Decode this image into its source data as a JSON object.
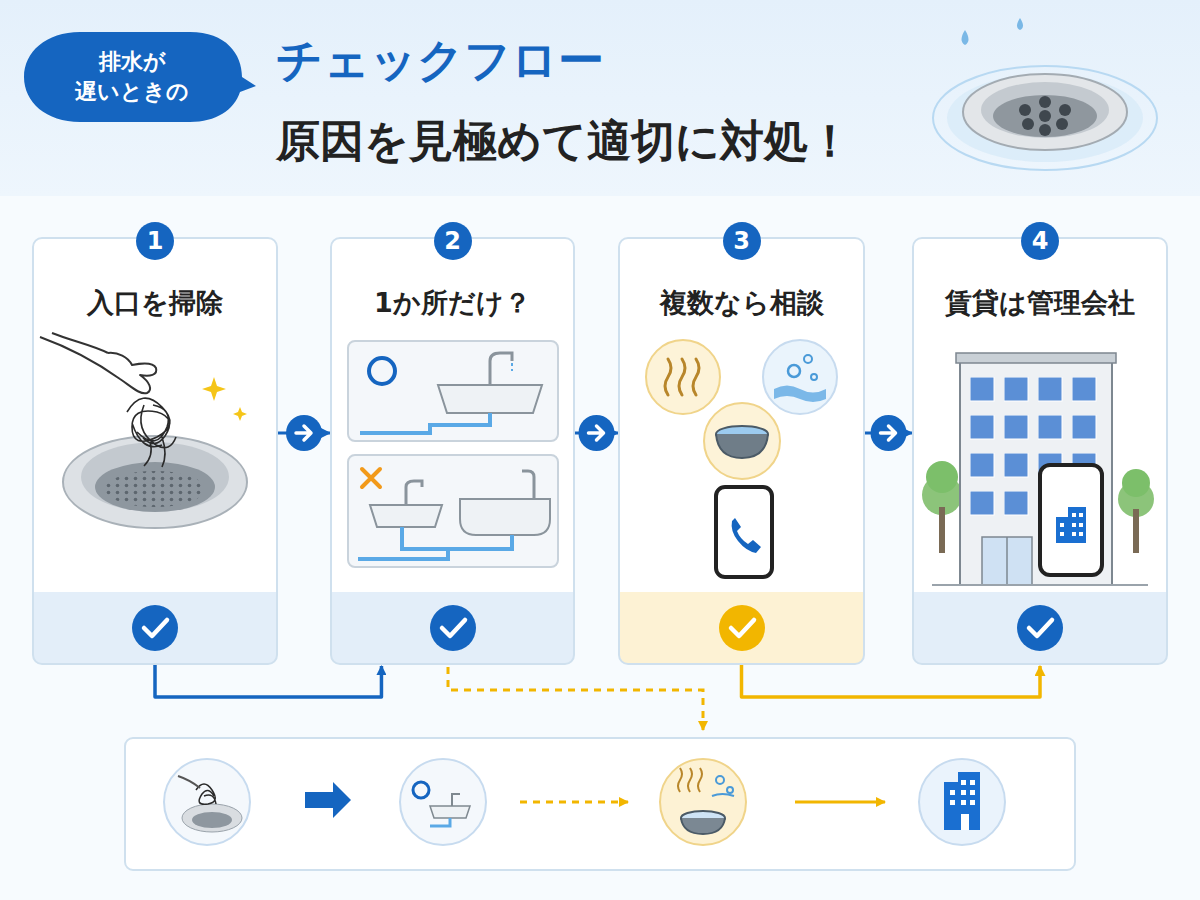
{
  "diagram": {
    "title": "チェックフロー",
    "nodes": [
      {
        "text": [
          "排水が 遅いときの"
        ]
      },
      {
        "text": [
          "入口を掃除"
        ]
      },
      {
        "text": [
          "1"
        ],
        "in": 1
      },
      {
        "text": [
          "1か所だけ？"
        ]
      },
      {
        "text": [
          "2"
        ],
        "in": 3
      },
      {
        "text": [
          "複数なら相談"
        ]
      },
      {
        "text": [
          "3"
        ],
        "in": 5
      },
      {
        "text": [
          "賃貸は管理会社"
        ]
      },
      {
        "text": [
          "4"
        ],
        "in": 7
      }
    ],
    "edges": [
      {
        "from": 1,
        "to": 3,
        "arrow": "to"
      },
      {
        "from": 3,
        "to": 5,
        "arrow": "to"
      },
      {
        "from": 5,
        "to": 7,
        "arrow": "to"
      },
      {
        "from": 1,
        "to": 3,
        "arrow": "to"
      },
      {
        "from": 5,
        "to": 7,
        "arrow": "to"
      }
    ],
    "labels": [
      "原因を見極めて適切に対処！"
    ]
  }
}
